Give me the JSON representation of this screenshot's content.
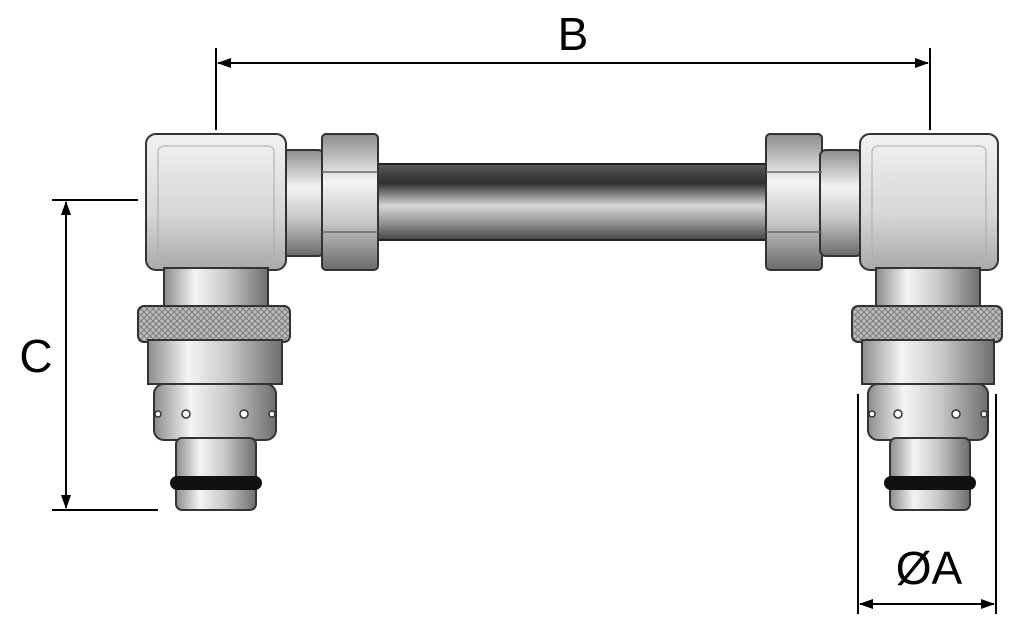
{
  "dimensions": {
    "length_label": "B",
    "height_label": "C",
    "diameter_label": "ØA"
  },
  "colors": {
    "body_light": "#e6e6e6",
    "body_mid": "#bfbfbf",
    "body_dark": "#7a7a7a",
    "tube_dark": "#3a3a3a",
    "tube_light": "#d0d0d0",
    "oring": "#111111",
    "line": "#000000"
  }
}
